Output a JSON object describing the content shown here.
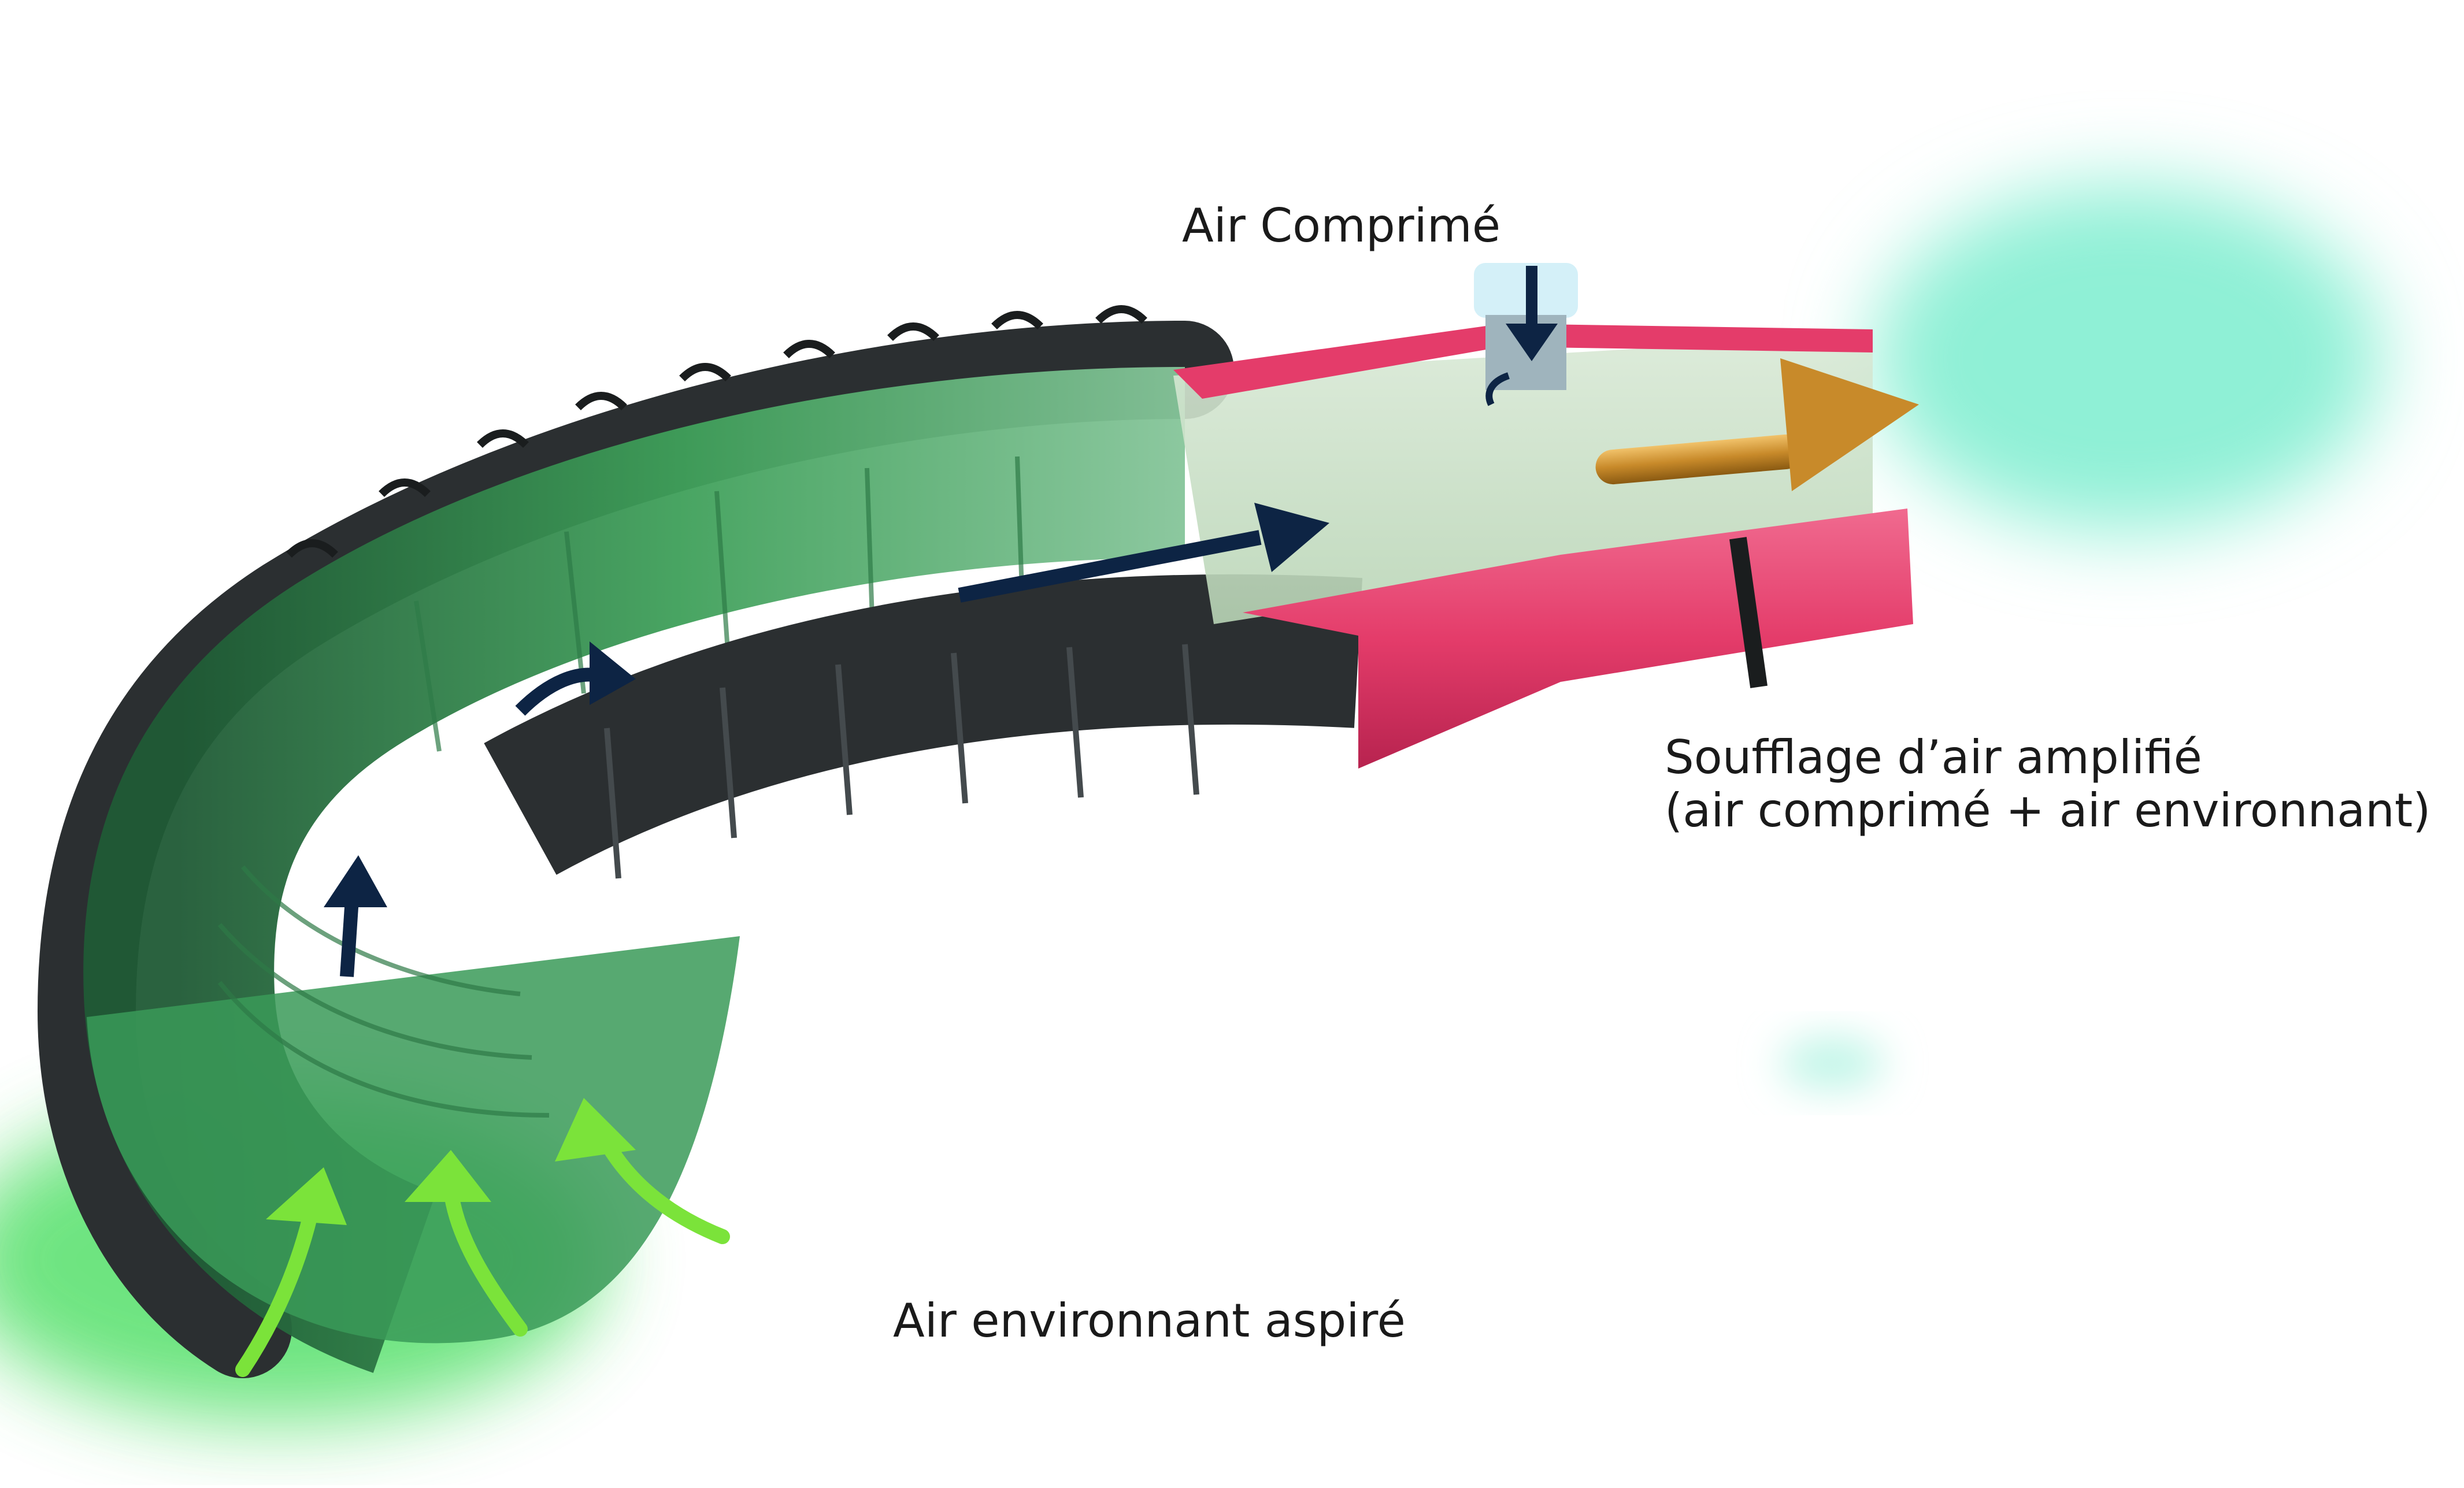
{
  "labels": {
    "compressed_air": "Air Comprimé",
    "amplified_blow_line1": "Soufflage d’air amplifié",
    "amplified_blow_line2": "(air comprimé + air environnant)",
    "ambient_air_intake": "Air environnant aspiré"
  },
  "colors": {
    "hose_green": "#3fa05a",
    "hose_dark": "#2b2f31",
    "nozzle_pink": "#e43c6a",
    "flow_arrow_navy": "#0d2444",
    "intake_arrow_green": "#7be33a",
    "output_arrow_gold": "#c88a2a",
    "output_cloud_mint": "#8ff0d6",
    "intake_glow_green": "#55e06a"
  }
}
